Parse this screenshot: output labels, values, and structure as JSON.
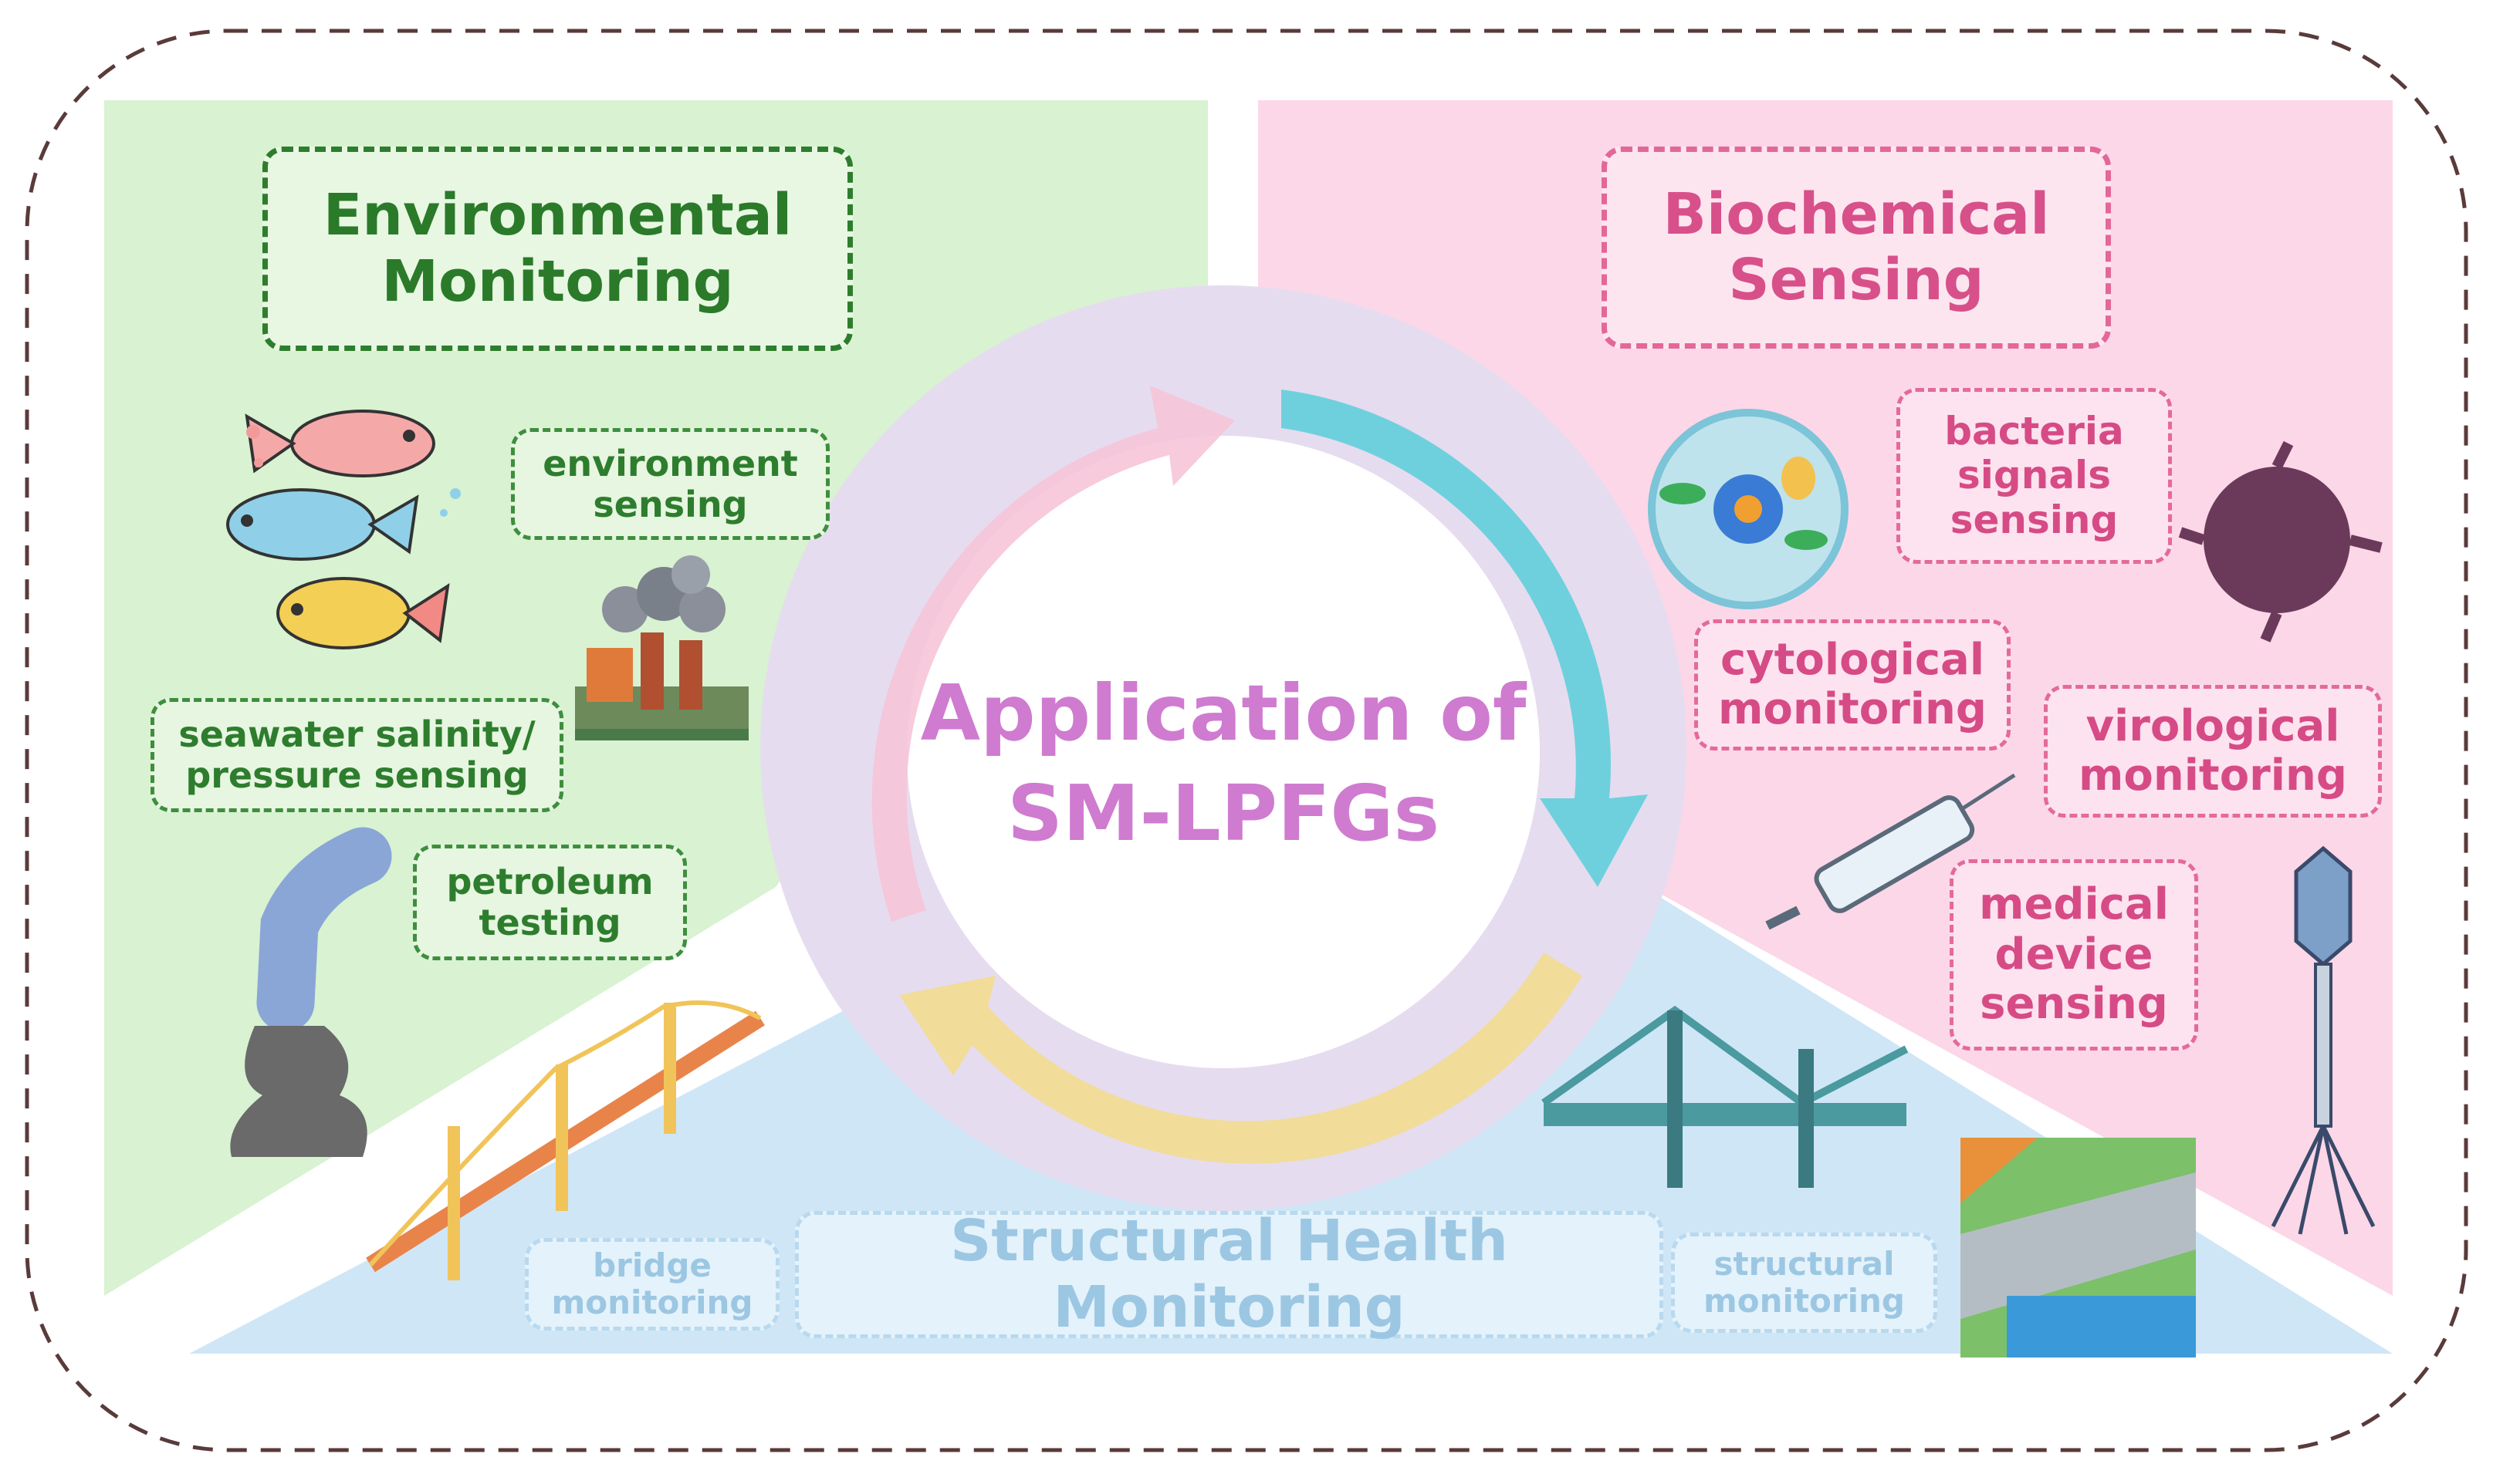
{
  "center": {
    "line1": "Application of",
    "line2": "SM-LPFGs"
  },
  "environmental": {
    "title": [
      "Environmental",
      "Monitoring"
    ],
    "labels": [
      [
        "environment",
        "sensing"
      ],
      [
        "seawater salinity/",
        "pressure sensing"
      ],
      [
        "petroleum",
        "testing"
      ]
    ]
  },
  "biochemical": {
    "title": [
      "Biochemical",
      "Sensing"
    ],
    "labels": [
      [
        "bacteria",
        "signals",
        "sensing"
      ],
      [
        "cytological",
        "monitoring"
      ],
      [
        "virological",
        "monitoring"
      ],
      [
        "medical",
        "device",
        "sensing"
      ]
    ]
  },
  "structural": {
    "title": "Structural Health Monitoring",
    "labels": [
      [
        "bridge",
        "monitoring"
      ],
      [
        "structural",
        "monitoring"
      ]
    ]
  },
  "colors": {
    "green_panel": "#d8f2d2",
    "pink_panel": "#fcd7e8",
    "blue_panel": "#cfe6f7",
    "ring": "#e6dcef",
    "arrow_pink": "#f6c4d8",
    "arrow_teal": "#6fd0dd",
    "arrow_yellow": "#f1dc9a",
    "center_text": "#cf7bd0"
  },
  "icons": [
    "fish-icon",
    "factory-icon",
    "pipe-oil-icon",
    "cell-icon",
    "bacteria-icon",
    "syringe-icon",
    "virus-phage-icon",
    "suspension-bridge-icon",
    "truss-bridge-icon",
    "dam-icon"
  ]
}
